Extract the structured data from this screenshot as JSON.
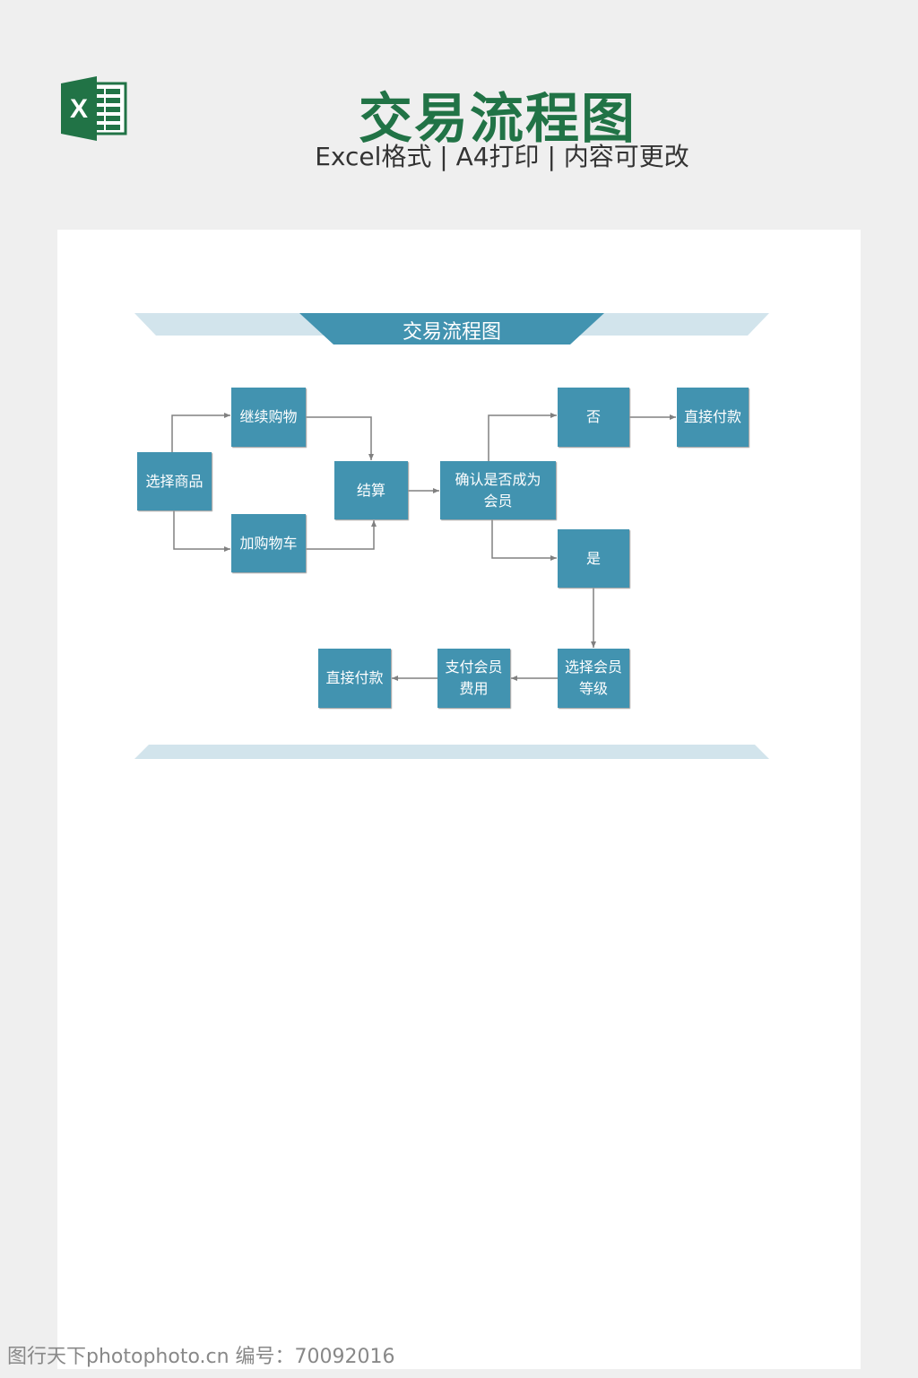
{
  "header": {
    "title": "交易流程图",
    "subtitle": "Excel格式 | A4打印 | 内容可更改",
    "logo_icon": "excel-icon"
  },
  "document": {
    "banner_title": "交易流程图",
    "nodes": {
      "select_goods": "选择商品",
      "continue_shopping": "继续购物",
      "add_to_cart": "加购物车",
      "checkout": "结算",
      "confirm_member": "确认是否成为会员",
      "no": "否",
      "pay_direct_top": "直接付款",
      "yes": "是",
      "select_level": "选择会员等级",
      "pay_fee": "支付会员费用",
      "pay_direct_bottom": "直接付款"
    },
    "colors": {
      "box": "#4293b0",
      "banner_light": "#d2e4ec",
      "title": "#217346",
      "arrow": "#808080"
    }
  },
  "watermark": "图行天下photophoto.cn 编号：70092016"
}
